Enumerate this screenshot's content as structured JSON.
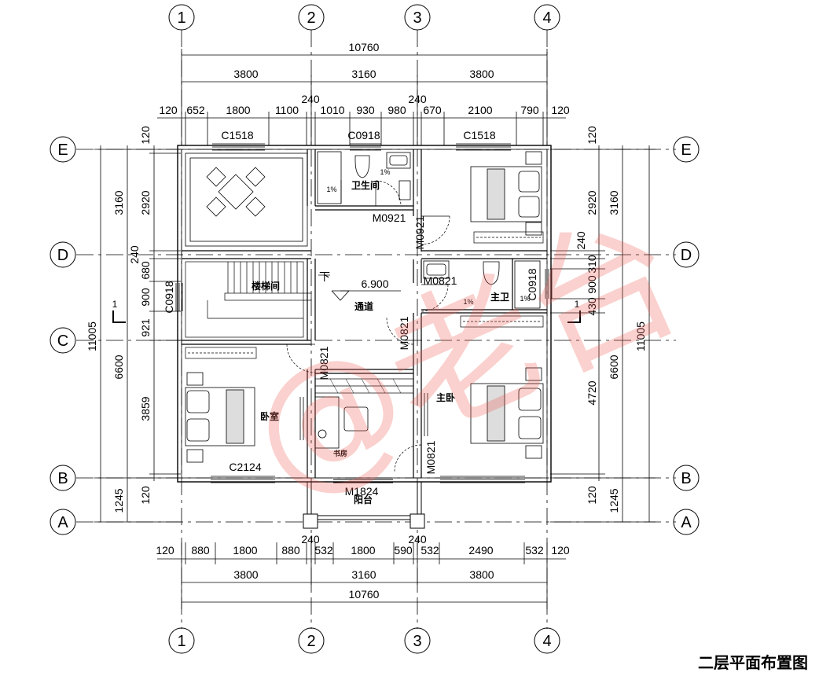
{
  "title": "二层平面布置图",
  "axes": {
    "columns": [
      "1",
      "2",
      "3",
      "4"
    ],
    "rows": [
      "E",
      "D",
      "C",
      "B",
      "A"
    ]
  },
  "dims": {
    "total_width": "10760",
    "bays": [
      "3800",
      "3160",
      "3800"
    ],
    "top_detail": [
      "120",
      "652",
      "1800",
      "1100",
      "240",
      "1010",
      "930",
      "980",
      "240",
      "670",
      "2100",
      "790",
      "120"
    ],
    "bottom_detail": [
      "120",
      "880",
      "1800",
      "880",
      "240",
      "532",
      "1800",
      "590",
      "240",
      "532",
      "2490",
      "532",
      "120"
    ],
    "left_outer": [
      "3160",
      "6600",
      "1245"
    ],
    "left_inner": [
      "120",
      "2920",
      "240",
      "680",
      "900",
      "921",
      "3859",
      "120"
    ],
    "left_total": "11005",
    "right_outer": [
      "3160",
      "6600",
      "1245"
    ],
    "right_inner": [
      "120",
      "2920",
      "240",
      "310",
      "900",
      "430",
      "4720",
      "120"
    ],
    "right_total": "11005"
  },
  "rooms": {
    "bath": "卫生间",
    "stair": "楼梯间",
    "corridor": "通道",
    "master_bath": "主卫",
    "bedroom": "卧室",
    "study": "书房",
    "master_bed": "主卧",
    "balcony": "阳台"
  },
  "labels": {
    "c1518_a": "C1518",
    "c0918_a": "C0918",
    "c1518_b": "C1518",
    "m0921": "M0921",
    "m0921_v": "M0921",
    "m0821_a": "M0821",
    "c0918_b": "C0918",
    "c0918_c": "C0918",
    "m0821_b": "M0821",
    "m0821_c": "M0821",
    "m0821_d": "M0821",
    "c2124": "C2124",
    "m1824": "M1824",
    "elev": "6.900",
    "down": "下",
    "slope_a": "1%",
    "slope_b": "1%",
    "slope_c": "1%",
    "slope_d": "1%",
    "sec_left": "1",
    "sec_right": "1"
  },
  "watermark": "@老台"
}
